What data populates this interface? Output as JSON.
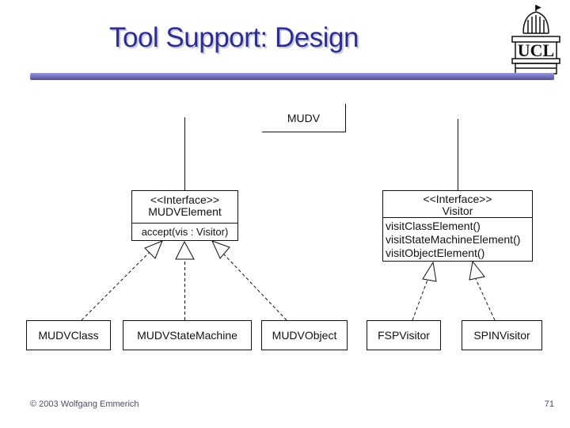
{
  "slide": {
    "title": "Tool Support: Design",
    "logo_text": "UCL",
    "footer": {
      "copyright": "© 2003 Wolfgang Emmerich",
      "page_number": "71"
    }
  },
  "diagram": {
    "mudv": {
      "name": "MUDV"
    },
    "mudv_element": {
      "stereotype": "<<Interface>>",
      "name": "MUDVElement",
      "operations": [
        "accept(vis : Visitor)"
      ]
    },
    "visitor": {
      "stereotype": "<<Interface>>",
      "name": "Visitor",
      "operations": [
        "visitClassElement()",
        "visitStateMachineElement()",
        "visitObjectElement()"
      ]
    },
    "mudv_class": {
      "name": "MUDVClass"
    },
    "mudv_state_machine": {
      "name": "MUDVStateMachine"
    },
    "mudv_object": {
      "name": "MUDVObject"
    },
    "fsp_visitor": {
      "name": "FSPVisitor"
    },
    "spin_visitor": {
      "name": "SPINVisitor"
    }
  },
  "colors": {
    "title_text": "#2e2e8c",
    "title_shadow": "#c9c9e8",
    "divider_bar_top": "#9a9ada",
    "divider_bar_bottom": "#50509c",
    "footer_text": "#4b4b66",
    "diagram_line": "#111111"
  }
}
